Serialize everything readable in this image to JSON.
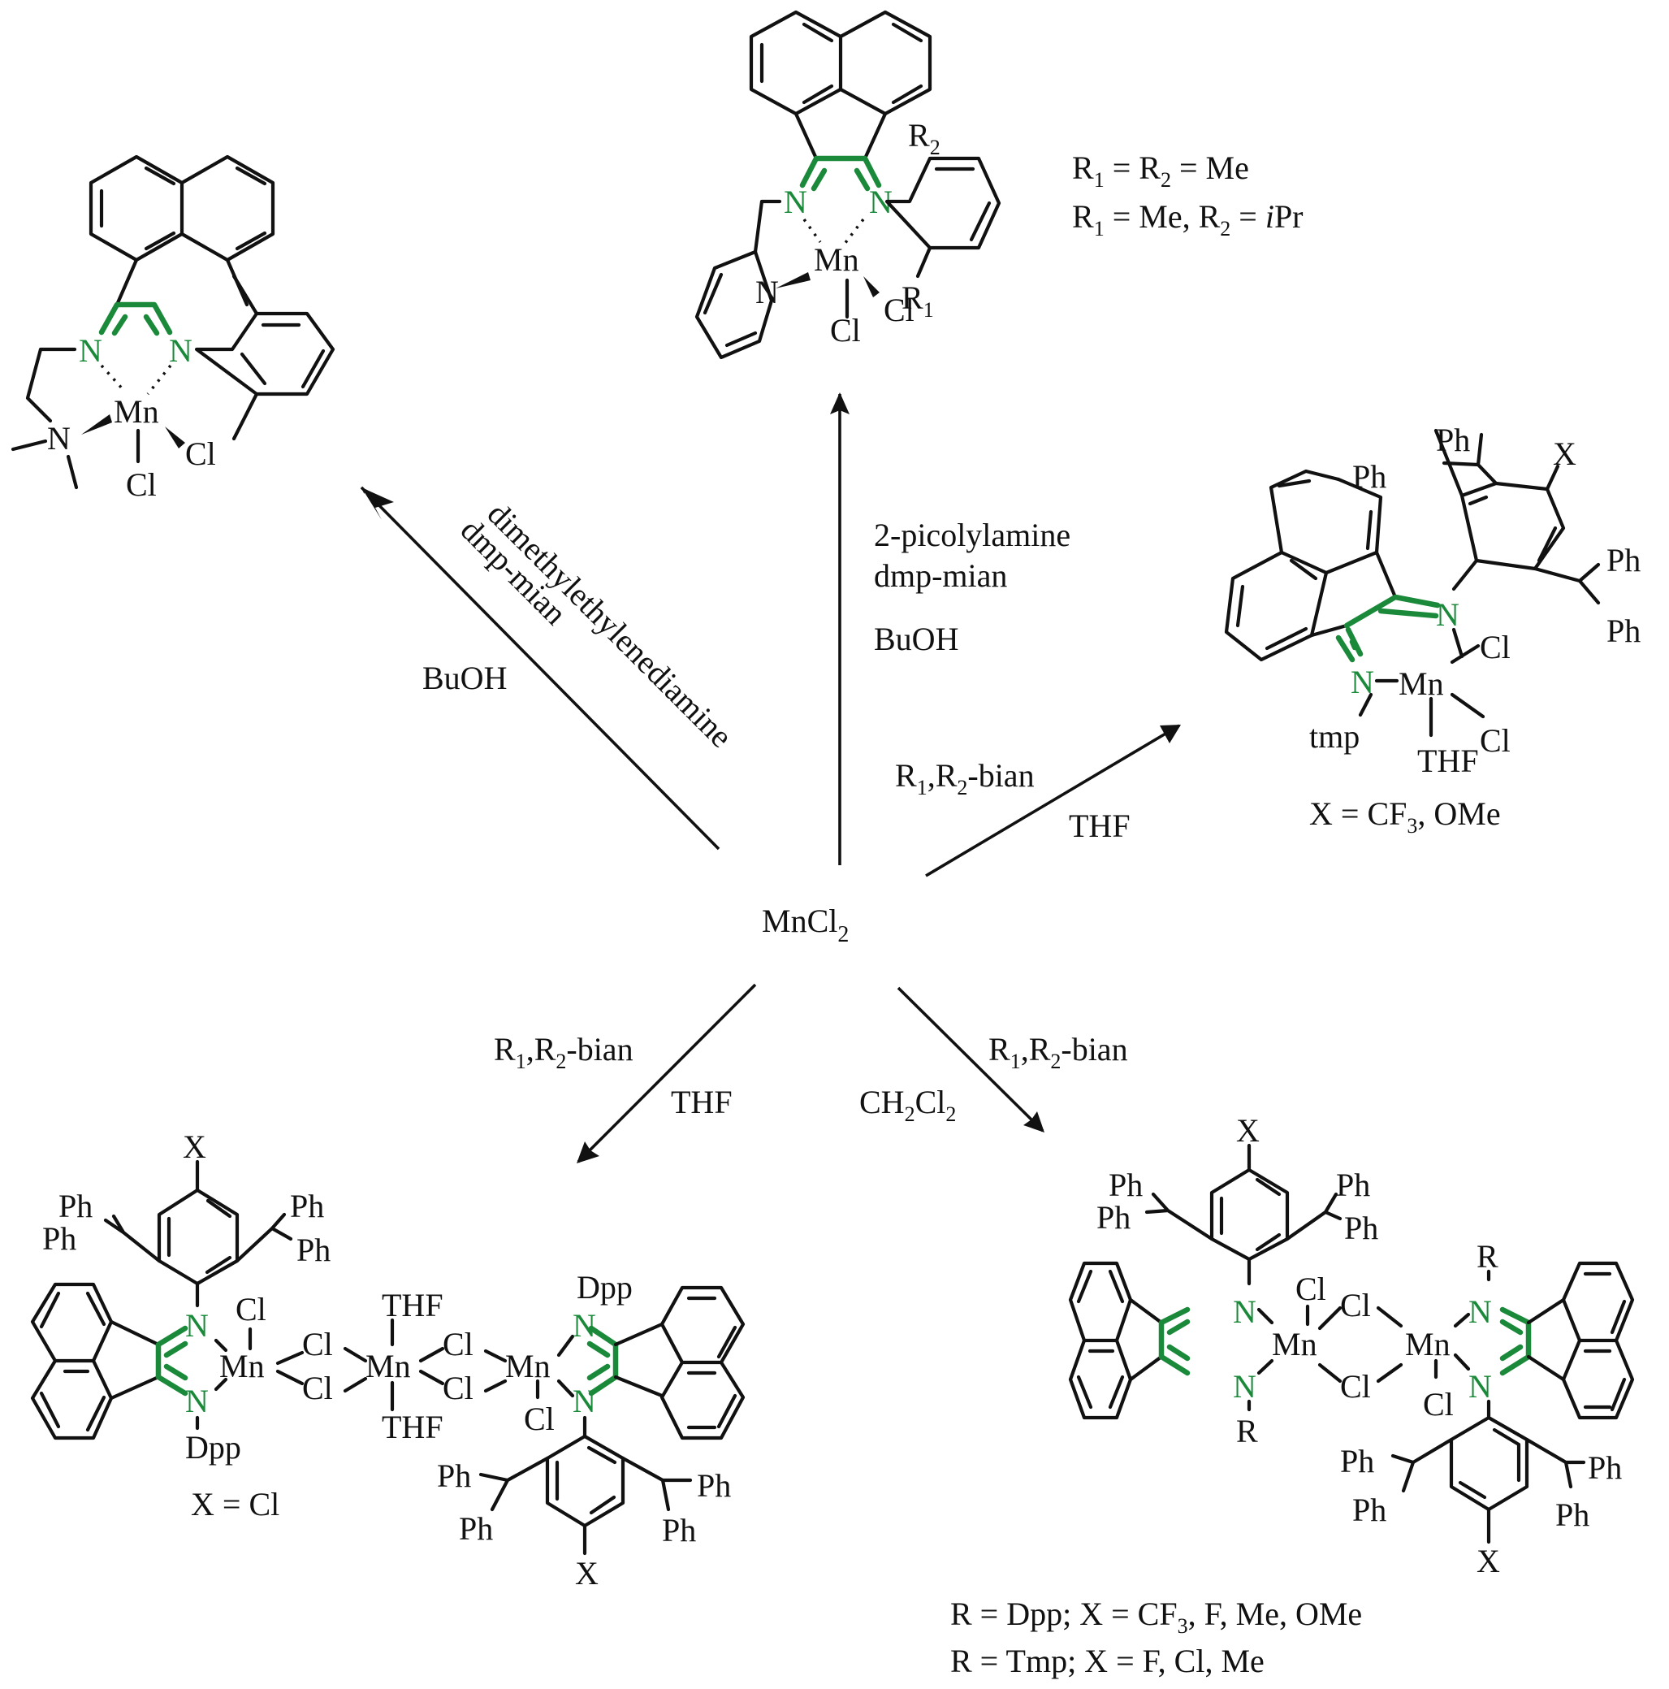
{
  "center": {
    "reactant": "MnCl",
    "reactant_sub": "2"
  },
  "colors": {
    "diimine_highlight": "#1a8a3a",
    "ink": "#111111"
  },
  "arrows": [
    {
      "id": "upper-left",
      "reagent_line1": "dimethylethylenediamine",
      "reagent_line2": "dmp-mian",
      "solvent": "BuOH"
    },
    {
      "id": "up",
      "reagent_line1": "2-picolylamine",
      "reagent_line2": "dmp-mian",
      "solvent": "BuOH"
    },
    {
      "id": "upper-right",
      "reagent": "R1,R2-bian",
      "solvent": "THF"
    },
    {
      "id": "lower-left",
      "reagent": "R1,R2-bian",
      "solvent": "THF"
    },
    {
      "id": "lower-right",
      "reagent": "R1,R2-bian",
      "solvent": "CH2Cl2"
    }
  ],
  "labels": {
    "R": "R",
    "sub1": "1",
    "sub2": "2",
    "comma": ",",
    "bian": "-bian",
    "THF": "THF",
    "BuOH": "BuOH",
    "CH": "CH",
    "Cl": "Cl",
    "N": "N",
    "Mn": "Mn",
    "Ph": "Ph",
    "X": "X",
    "Dpp": "Dpp",
    "tmp": "tmp",
    "picolylamine": "2-picolylamine",
    "dmpmian": "dmp-mian",
    "dmeda": "dimethylethylenediamine"
  },
  "products": {
    "top_left": {
      "description": "Mn(dmp-mian-NMe2)Cl2 complex"
    },
    "top_center": {
      "description": "Mn(picolyl-mian)Cl2 complex",
      "conditions": [
        {
          "text": "R₁ = R₂ = Me"
        },
        {
          "text": "R₁ = Me, R₂ = iPr"
        }
      ],
      "cond1_a": "R",
      "cond1_b": " = R",
      "cond1_c": " = Me",
      "cond2_a": "R",
      "cond2_b": " = Me, R",
      "cond2_c": " = ",
      "cond2_i": "i",
      "cond2_d": "Pr"
    },
    "right": {
      "description": "Mn(tmp-bian)Cl2(THF)",
      "x_eq": "X = CF",
      "x_sub": "3",
      "x_rest": ", OMe"
    },
    "bottom_left": {
      "description": "trinuclear Mn3Cl6(THF)2(bian)2",
      "x_eq": "X = Cl"
    },
    "bottom_right": {
      "description": "dinuclear [Mn(bian)Cl2]2",
      "line1_a": "R = Dpp; X = CF",
      "line1_sub": "3",
      "line1_b": ", F, Me, OMe",
      "line2": "R = Tmp; X = F, Cl, Me"
    }
  }
}
